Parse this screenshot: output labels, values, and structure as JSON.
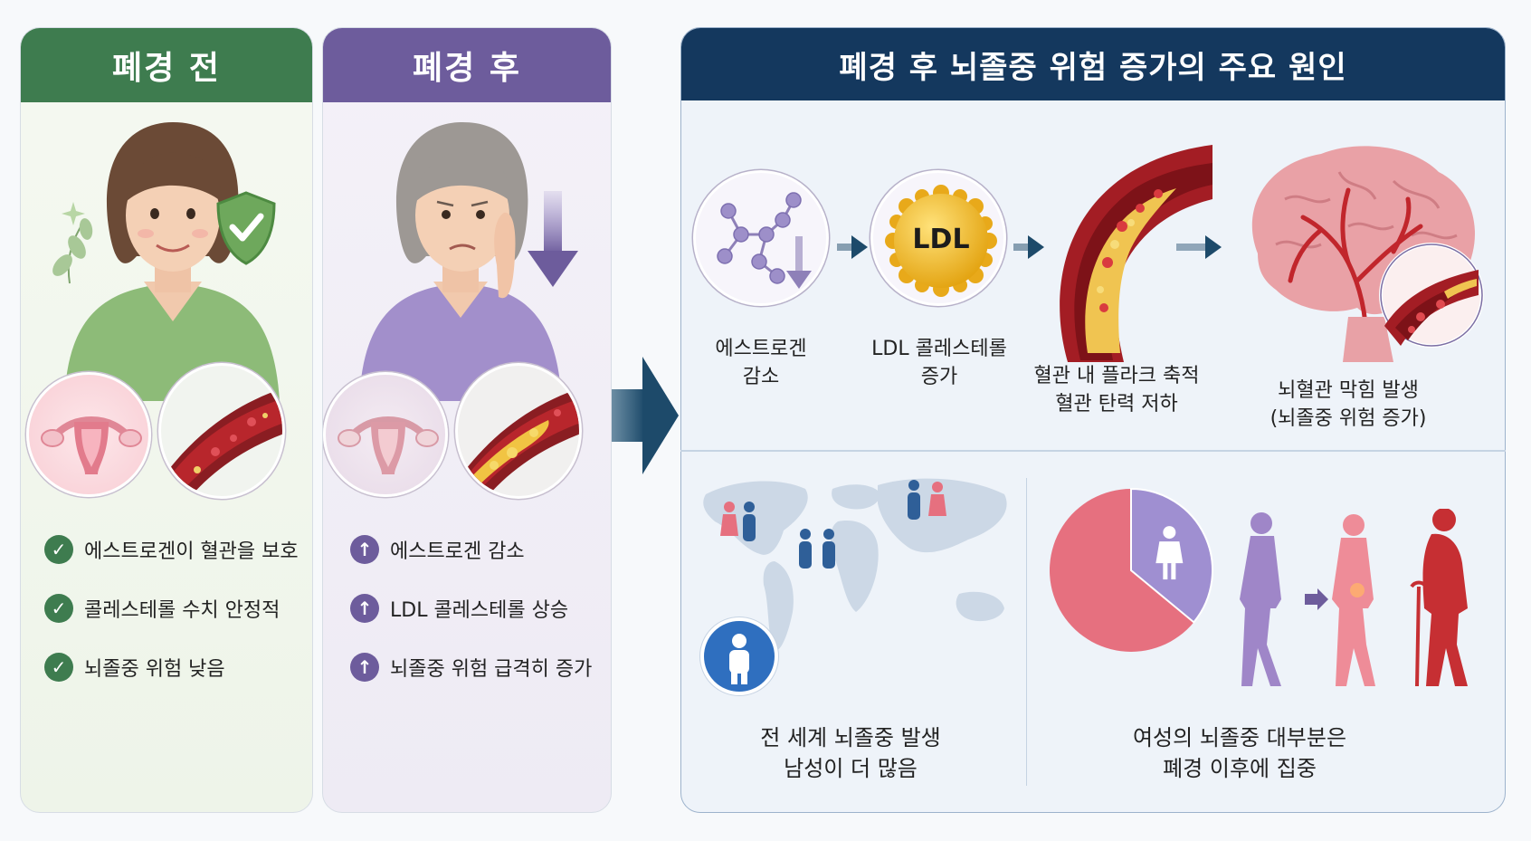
{
  "before": {
    "title": "폐경 전",
    "items": [
      {
        "icon": "check-icon",
        "text": "에스트로겐이 혈관을 보호"
      },
      {
        "icon": "check-icon",
        "text": "콜레스테롤 수치 안정적"
      },
      {
        "icon": "check-icon",
        "text": "뇌졸중 위험 낮음"
      }
    ]
  },
  "after": {
    "title": "폐경 후",
    "items": [
      {
        "icon": "arrow-up-icon",
        "text": "에스트로겐 감소"
      },
      {
        "icon": "arrow-up-icon",
        "text": "LDL 콜레스테롤 상승"
      },
      {
        "icon": "arrow-up-icon",
        "text": "뇌졸중 위험 급격히 증가"
      }
    ]
  },
  "causes": {
    "title": "폐경 후 뇌졸중 위험 증가의 주요 원인",
    "ldl_badge": "LDL",
    "steps": [
      {
        "line1": "에스트로겐",
        "line2": "감소"
      },
      {
        "line1": "LDL 콜레스테롤",
        "line2": "증가"
      },
      {
        "line1": "혈관 내 플라크 축적",
        "line2": "혈관 탄력 저하"
      },
      {
        "line1": "뇌혈관 막힘 발생",
        "line2": "(뇌졸중 위험 증가)"
      }
    ],
    "bottom_left": {
      "line1": "전 세계 뇌졸중 발생",
      "line2": "남성이 더 많음"
    },
    "bottom_right": {
      "line1": "여성의 뇌졸중 대부분은",
      "line2": "폐경 이후에 집중"
    }
  },
  "pie": {
    "female_share": 0.36,
    "male_share": 0.64
  },
  "colors": {
    "green": "#3e7c4f",
    "purple": "#6d5c9c",
    "navy": "#14385e",
    "pink": "#e6707f",
    "lavender": "#9f8fd1",
    "red": "#c62f33",
    "blue": "#2f5f98"
  }
}
